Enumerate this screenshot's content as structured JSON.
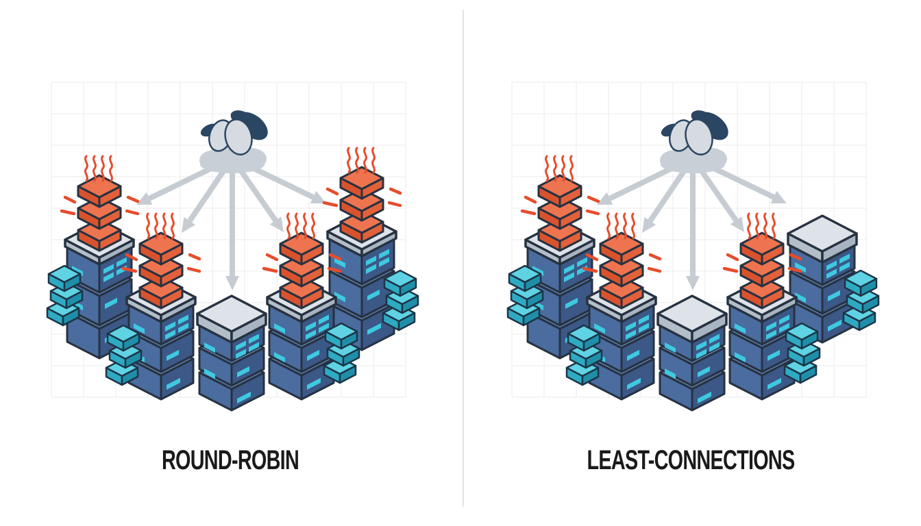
{
  "figure": {
    "background": "#ffffff",
    "divider_color": "#e3e3e3",
    "grid_color": "#ebebee",
    "label_color": "#1a1a1a"
  },
  "panels": [
    {
      "id": "round-robin",
      "label": "ROUND-ROBIN",
      "load_balancer": "cloud-tangle-icon",
      "arrow_count": 5,
      "server_stacks": [
        {
          "name": "server-stack-1",
          "state": "overloaded",
          "units": 3,
          "overload_blocks": 3
        },
        {
          "name": "server-stack-2",
          "state": "overloaded",
          "units": 3,
          "overload_blocks": 3
        },
        {
          "name": "server-stack-3",
          "state": "idle",
          "units": 3,
          "overload_blocks": 0
        },
        {
          "name": "server-stack-4",
          "state": "overloaded",
          "units": 3,
          "overload_blocks": 3
        },
        {
          "name": "server-stack-5",
          "state": "overloaded",
          "units": 3,
          "overload_blocks": 3
        }
      ],
      "side_cube_stacks": [
        {
          "name": "cube-stack-1",
          "cubes": 3
        },
        {
          "name": "cube-stack-2",
          "cubes": 3
        },
        {
          "name": "cube-stack-3",
          "cubes": 3
        },
        {
          "name": "cube-stack-4",
          "cubes": 3
        }
      ]
    },
    {
      "id": "least-connections",
      "label": "LEAST-CONNECTIONS",
      "load_balancer": "cloud-tangle-icon",
      "arrow_count": 5,
      "server_stacks": [
        {
          "name": "server-stack-1",
          "state": "overloaded",
          "units": 3,
          "overload_blocks": 3
        },
        {
          "name": "server-stack-2",
          "state": "overloaded",
          "units": 3,
          "overload_blocks": 3
        },
        {
          "name": "server-stack-3",
          "state": "idle",
          "units": 3,
          "overload_blocks": 0
        },
        {
          "name": "server-stack-4",
          "state": "overloaded",
          "units": 3,
          "overload_blocks": 3
        },
        {
          "name": "server-stack-5",
          "state": "idle",
          "units": 3,
          "overload_blocks": 0
        }
      ],
      "side_cube_stacks": [
        {
          "name": "cube-stack-1",
          "cubes": 3
        },
        {
          "name": "cube-stack-2",
          "cubes": 3
        },
        {
          "name": "cube-stack-3",
          "cubes": 3
        },
        {
          "name": "cube-stack-4",
          "cubes": 3
        }
      ]
    }
  ],
  "colors": {
    "overload_top": "#ee7450",
    "overload_left": "#d8532d",
    "overload_right": "#e2613b",
    "heat": "#e74c2c",
    "server_top": "#5f82b0",
    "server_left": "#4a6c9e",
    "server_right": "#3b5887",
    "light": "#3ec9e0",
    "cap_top": "#dde3e9",
    "cap_left": "#b3bec9",
    "cap_right": "#a8b4c1",
    "cube_top": "#5fd3e4",
    "cube_left": "#2faac3",
    "cube_right": "#1f8fa9",
    "cloud_gray": "#c8cfd6",
    "cloud_light": "#d5dbe1",
    "cloud_navy": "#2b4662",
    "arrow": "#c6ccd2",
    "outline": "#273241",
    "cube_outline": "#1c3547"
  }
}
